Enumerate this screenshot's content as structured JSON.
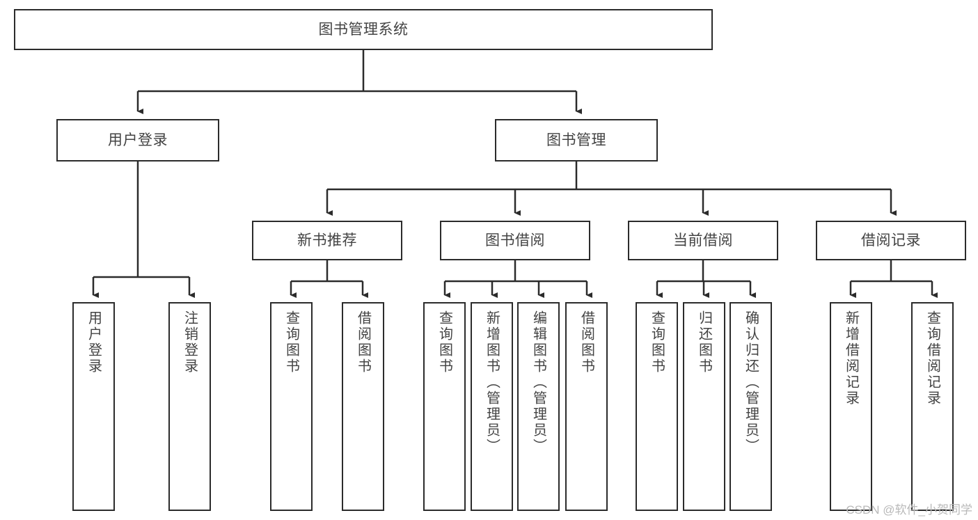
{
  "diagram": {
    "title": "图书管理系统",
    "watermark": "CSDN @软件_小贺同学",
    "colors": {
      "border": "#2b2b2b",
      "text": "#434343",
      "background": "#ffffff",
      "edge": "#2b2b2b",
      "watermark": "#b9b9b9"
    },
    "root": {
      "label": "图书管理系统"
    },
    "level2": [
      {
        "label": "用户登录"
      },
      {
        "label": "图书管理"
      }
    ],
    "level3": [
      {
        "label": "新书推荐"
      },
      {
        "label": "图书借阅"
      },
      {
        "label": "当前借阅"
      },
      {
        "label": "借阅记录"
      }
    ],
    "leaves": {
      "user_login": [
        {
          "label": "用户登录"
        },
        {
          "label": "注销登录"
        }
      ],
      "new_book": [
        {
          "label": "查询图书"
        },
        {
          "label": "借阅图书"
        }
      ],
      "book_borrow": [
        {
          "label": "查询图书"
        },
        {
          "label": "新增图书（管理员）"
        },
        {
          "label": "编辑图书（管理员）"
        },
        {
          "label": "借阅图书"
        }
      ],
      "current_borrow": [
        {
          "label": "查询图书"
        },
        {
          "label": "归还图书"
        },
        {
          "label": "确认归还（管理员）"
        }
      ],
      "borrow_record": [
        {
          "label": "新增借阅记录"
        },
        {
          "label": "查询借阅记录"
        }
      ]
    }
  },
  "chart_data": {
    "type": "diagram",
    "title": "图书管理系统",
    "structure": "tree",
    "nodes": [
      {
        "id": "root",
        "label": "图书管理系统",
        "level": 0,
        "parent": null
      },
      {
        "id": "n1",
        "label": "用户登录",
        "level": 1,
        "parent": "root"
      },
      {
        "id": "n2",
        "label": "图书管理",
        "level": 1,
        "parent": "root"
      },
      {
        "id": "n1a",
        "label": "用户登录",
        "level": 2,
        "parent": "n1"
      },
      {
        "id": "n1b",
        "label": "注销登录",
        "level": 2,
        "parent": "n1"
      },
      {
        "id": "n2a",
        "label": "新书推荐",
        "level": 2,
        "parent": "n2"
      },
      {
        "id": "n2b",
        "label": "图书借阅",
        "level": 2,
        "parent": "n2"
      },
      {
        "id": "n2c",
        "label": "当前借阅",
        "level": 2,
        "parent": "n2"
      },
      {
        "id": "n2d",
        "label": "借阅记录",
        "level": 2,
        "parent": "n2"
      },
      {
        "id": "n2a1",
        "label": "查询图书",
        "level": 3,
        "parent": "n2a"
      },
      {
        "id": "n2a2",
        "label": "借阅图书",
        "level": 3,
        "parent": "n2a"
      },
      {
        "id": "n2b1",
        "label": "查询图书",
        "level": 3,
        "parent": "n2b"
      },
      {
        "id": "n2b2",
        "label": "新增图书（管理员）",
        "level": 3,
        "parent": "n2b"
      },
      {
        "id": "n2b3",
        "label": "编辑图书（管理员）",
        "level": 3,
        "parent": "n2b"
      },
      {
        "id": "n2b4",
        "label": "借阅图书",
        "level": 3,
        "parent": "n2b"
      },
      {
        "id": "n2c1",
        "label": "查询图书",
        "level": 3,
        "parent": "n2c"
      },
      {
        "id": "n2c2",
        "label": "归还图书",
        "level": 3,
        "parent": "n2c"
      },
      {
        "id": "n2c3",
        "label": "确认归还（管理员）",
        "level": 3,
        "parent": "n2c"
      },
      {
        "id": "n2d1",
        "label": "新增借阅记录",
        "level": 3,
        "parent": "n2d"
      },
      {
        "id": "n2d2",
        "label": "查询借阅记录",
        "level": 3,
        "parent": "n2d"
      }
    ]
  }
}
